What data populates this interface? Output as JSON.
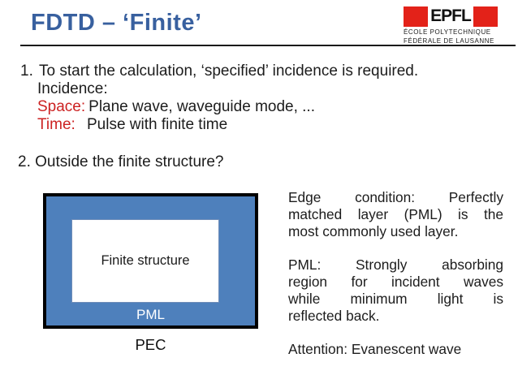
{
  "slide": {
    "title": "FDTD – ‘Finite’",
    "logo": {
      "acronym": "EPFL",
      "name_line1": "ÉCOLE POLYTECHNIQUE",
      "name_line2": "FÉDÉRALE DE LAUSANNE"
    },
    "body": {
      "item1": {
        "number": "1.",
        "text": "To start the calculation, ‘specified’ incidence is required.",
        "sub1": "Incidence:",
        "space_label": "Space:",
        "space_text": "Plane wave, waveguide mode, ...",
        "time_label": "Time:",
        "time_text": "Pulse with finite time"
      },
      "item2": "2. Outside the finite structure?"
    },
    "diagram": {
      "finite_structure_label": "Finite structure",
      "pml_label": "PML",
      "pec_label": "PEC"
    },
    "right_column": {
      "para1_lines": [
        "Edge condition: Perfectly",
        "matched layer (PML) is the",
        "most commonly used layer."
      ],
      "para2_lines": [
        "PML: Strongly absorbing",
        "region for incident waves",
        "while minimum light is",
        "reflected back."
      ],
      "para3_lines": [
        "Attention: Evanescent wave"
      ]
    },
    "colors": {
      "title_blue": "#38609F",
      "diagram_blue": "#4E80BC",
      "accent_red": "#CC2222",
      "epfl_red": "#E32219"
    }
  }
}
